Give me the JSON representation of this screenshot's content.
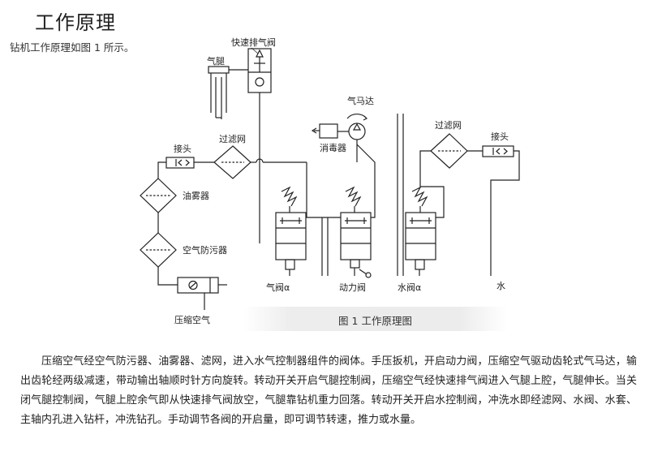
{
  "header": {
    "title": "工作原理",
    "intro": "钻机工作原理如图 1 所示。"
  },
  "diagram": {
    "labels": {
      "quick_exhaust": "快速排气阀",
      "air_leg": "气腿",
      "air_motor": "气马达",
      "silencer": "消毒器",
      "filter_left": "过滤网",
      "filter_right": "过滤网",
      "coupling_left": "接头",
      "coupling_right": "接头",
      "lubricator": "油雾器",
      "air_cleaner": "空气防污器",
      "compressed_air": "压缩空气",
      "air_valve": "气阀α",
      "power_valve": "动力阀",
      "water_valve": "水阀α",
      "water": "水"
    },
    "caption": "图 1 工作原理图"
  },
  "body": {
    "paragraph": "压缩空气经空气防污器、油雾器、滤网，进入水气控制器组件的阀体。手压扳机，开启动力阀，压缩空气驱动齿轮式气马达，输出齿轮经两级减速，带动输出轴顺时针方向旋转。转动开关开启气腿控制阀，压缩空气经快速排气阀进入气腿上腔，气腿伸长。当关闭气腿控制阀，气腿上腔余气即从快速排气阀放空，气腿靠钻机重力回落。转动开关开启水控制阀，冲洗水即经滤网、水阀、水套、主轴内孔进入钻杆，冲洗钻孔。手动调节各阀的开启量，即可调节转速，推力或水量。"
  }
}
